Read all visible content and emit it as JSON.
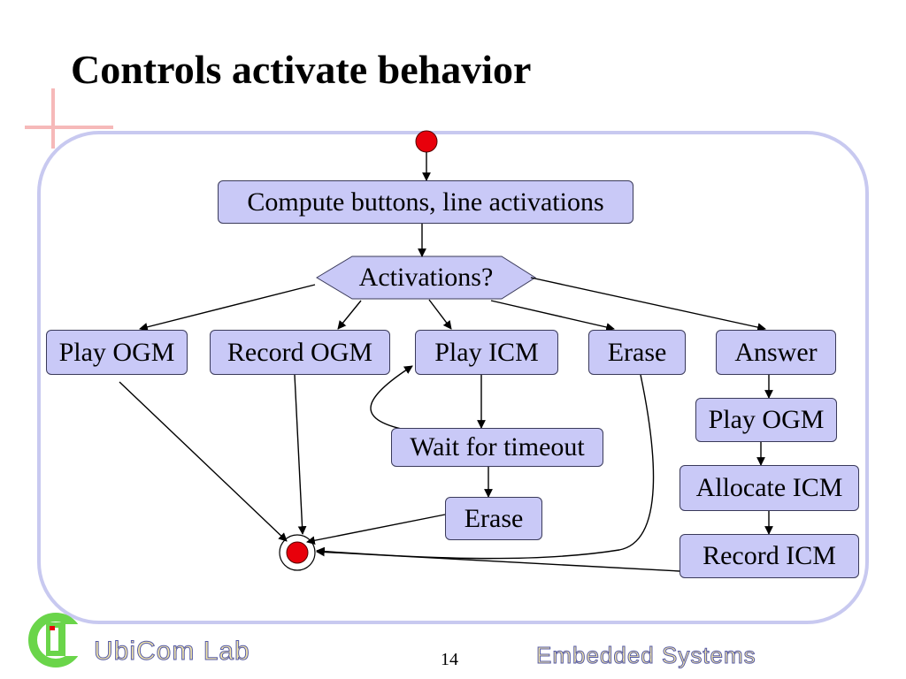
{
  "slide": {
    "title": "Controls activate behavior",
    "page_number": "14"
  },
  "footer": {
    "lab_name": "UbiCom Lab",
    "course_name": "Embedded Systems"
  },
  "diagram": {
    "decision_label": "Activations?",
    "nodes": {
      "compute": "Compute buttons, line activations",
      "play_ogm": "Play OGM",
      "record_ogm": "Record OGM",
      "play_icm": "Play ICM",
      "erase_top": "Erase",
      "answer": "Answer",
      "wait_timeout": "Wait for timeout",
      "erase_bottom": "Erase",
      "answer_play_ogm": "Play OGM",
      "allocate_icm": "Allocate ICM",
      "record_icm": "Record ICM"
    },
    "colors": {
      "node_fill": "#c9c9f7",
      "frame": "#c8c9f0",
      "state_dot": "#e8000b"
    }
  }
}
